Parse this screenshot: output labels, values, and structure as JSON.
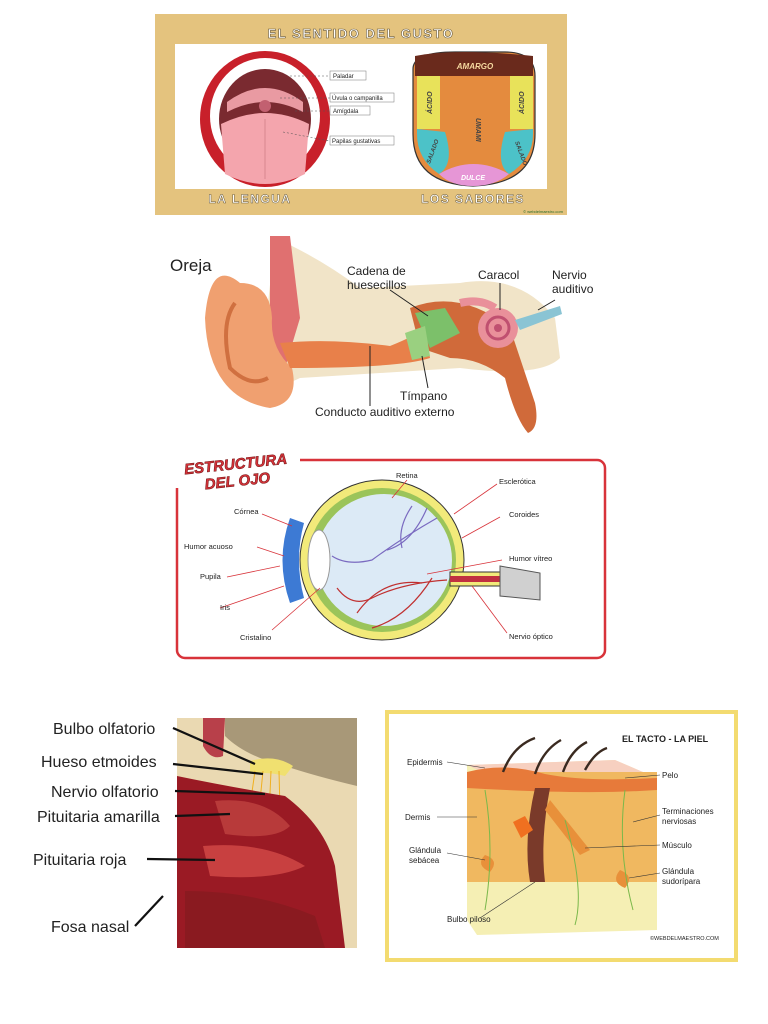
{
  "taste": {
    "title": "EL SENTIDO DEL GUSTO",
    "labels": [
      "Paladar",
      "Úvula o campanilla",
      "Amígdala",
      "Papilas gustativas"
    ],
    "footer_left": "LA LENGUA",
    "footer_right": "LOS SABORES",
    "flavors": {
      "top": "AMARGO",
      "left": "ÁCIDO",
      "right": "ÁCIDO",
      "center": "UMAMI",
      "bottom_left": "SALADO",
      "bottom_right": "SALADO",
      "bottom": "DULCE"
    },
    "watermark": "© webdelmaestro.com"
  },
  "ear": {
    "title": "Oreja",
    "labels": {
      "ossicles": "Cadena de\nhuesecillos",
      "cochlea": "Caracol",
      "nerve": "Nervio\nauditivo",
      "eardrum": "Tímpano",
      "canal": "Conducto auditivo externo"
    }
  },
  "eye": {
    "title_line1": "ESTRUCTURA",
    "title_line2": "DEL OJO",
    "labels_left": [
      "Córnea",
      "Humor acuoso",
      "Pupila",
      "Iris",
      "Cristalino"
    ],
    "labels_right": [
      "Retina",
      "Esclerótica",
      "Coroides",
      "Humor vítreo",
      "Nervio óptico"
    ]
  },
  "nose": {
    "labels": [
      "Bulbo olfatorio",
      "Hueso etmoides",
      "Nervio olfatorio",
      "Pituitaria amarilla",
      "Pituitaria roja",
      "Fosa nasal"
    ]
  },
  "skin": {
    "title": "EL TACTO - LA PIEL",
    "labels_left": [
      "Epidermis",
      "Dermis",
      "Glándula\nsebácea",
      "Bulbo piloso"
    ],
    "labels_right": [
      "Pelo",
      "Terminaciones\nnerviosas",
      "Músculo",
      "Glándula\nsudorípara"
    ],
    "watermark": "©WEBDELMAESTRO.COM"
  },
  "colors": {
    "taste_bg": "#e4c37e",
    "eye_border": "#d8333a",
    "skin_border": "#f3db70"
  }
}
